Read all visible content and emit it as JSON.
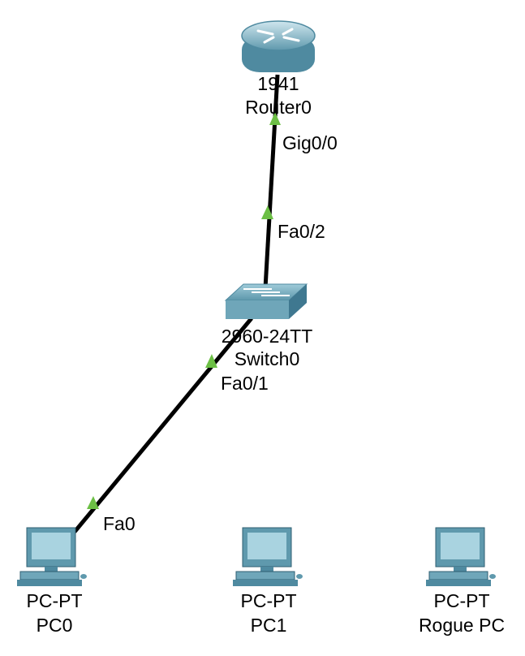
{
  "devices": {
    "router0": {
      "model": "1941",
      "name": "Router0",
      "icon": "router-icon"
    },
    "switch0": {
      "model": "2960-24TT",
      "name": "Switch0",
      "icon": "switch-icon"
    },
    "pc0": {
      "model": "PC-PT",
      "name": "PC0",
      "icon": "pc-icon"
    },
    "pc1": {
      "model": "PC-PT",
      "name": "PC1",
      "icon": "pc-icon"
    },
    "rogue_pc": {
      "model": "PC-PT",
      "name": "Rogue PC",
      "icon": "pc-icon"
    }
  },
  "links": [
    {
      "from": "router0",
      "from_port": "Gig0/0",
      "to": "switch0",
      "to_port": "Fa0/2",
      "status": "up"
    },
    {
      "from": "switch0",
      "from_port": "Fa0/1",
      "to": "pc0",
      "to_port": "Fa0",
      "status": "up"
    }
  ],
  "colors": {
    "link": "#000000",
    "link_up": "#6cbf45",
    "device_body": "#7ab4c6",
    "device_dark": "#3a6f85"
  }
}
